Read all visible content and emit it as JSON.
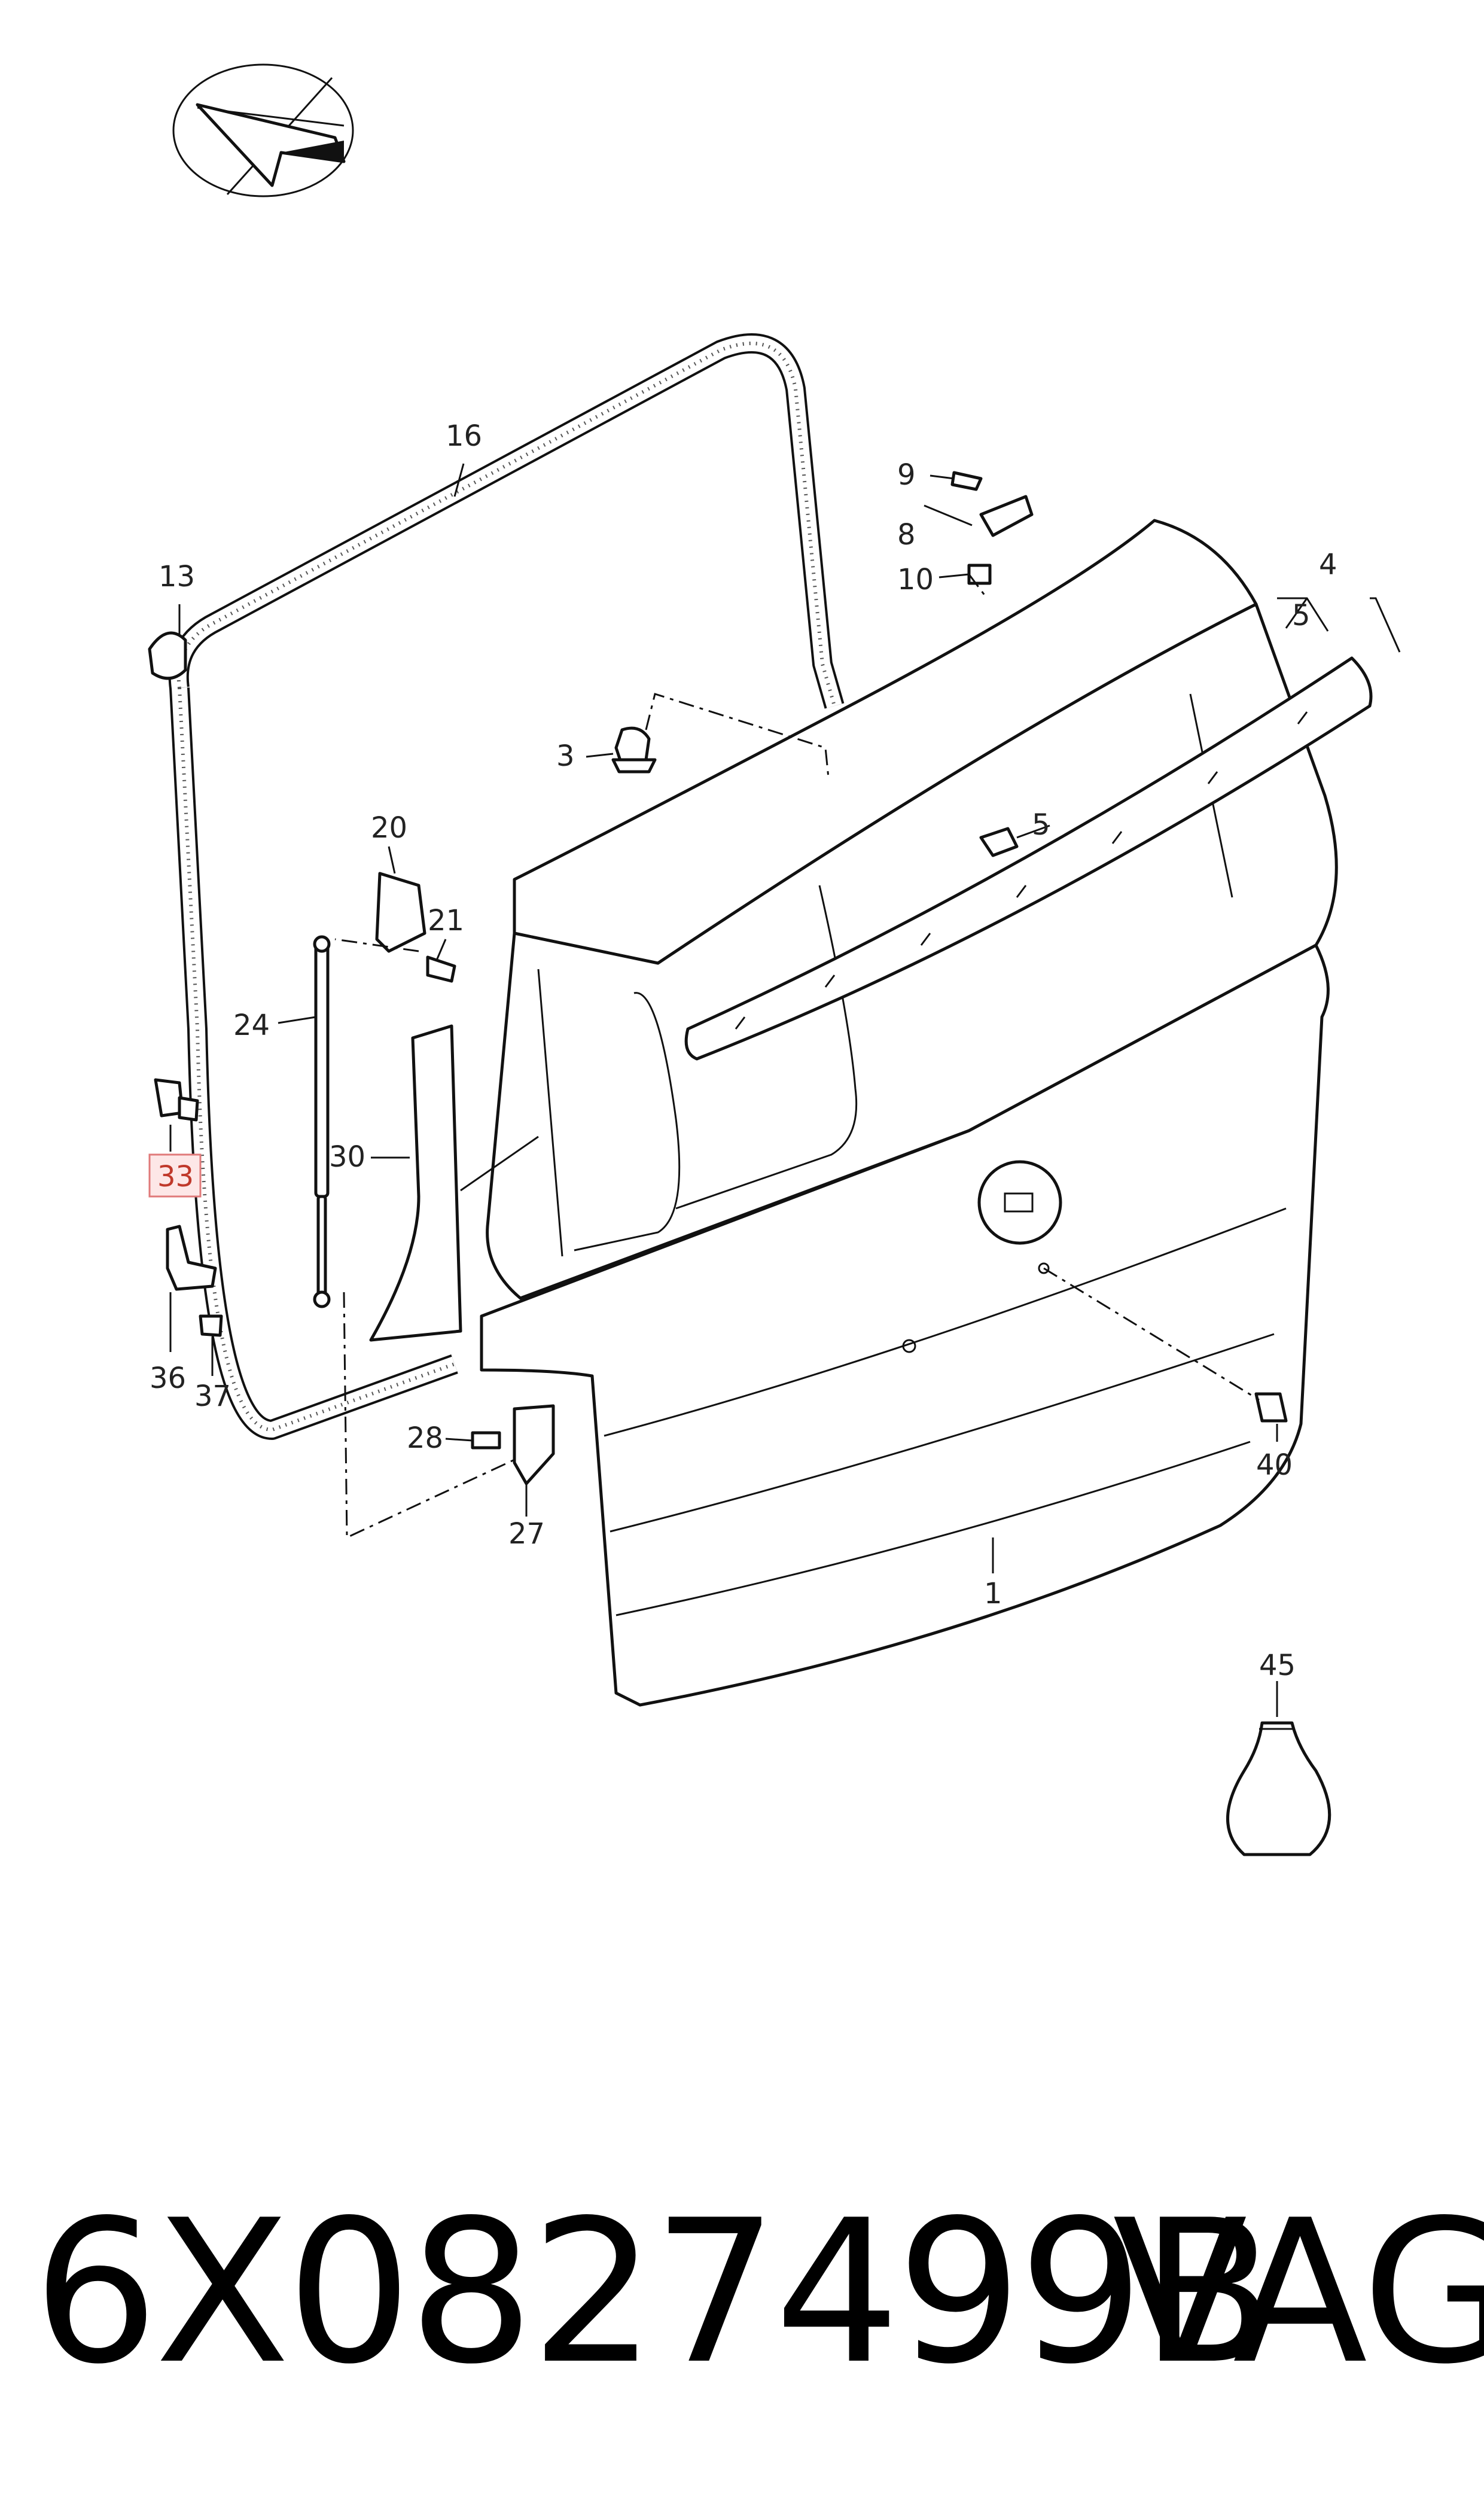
{
  "diagram": {
    "callouts": [
      {
        "id": "c1",
        "label": "1"
      },
      {
        "id": "c3",
        "label": "3"
      },
      {
        "id": "c4",
        "label": "4"
      },
      {
        "id": "c5a",
        "label": "5"
      },
      {
        "id": "c5b",
        "label": "5"
      },
      {
        "id": "c8",
        "label": "8"
      },
      {
        "id": "c9",
        "label": "9"
      },
      {
        "id": "c10",
        "label": "10"
      },
      {
        "id": "c13",
        "label": "13"
      },
      {
        "id": "c16",
        "label": "16"
      },
      {
        "id": "c20",
        "label": "20"
      },
      {
        "id": "c21",
        "label": "21"
      },
      {
        "id": "c24",
        "label": "24"
      },
      {
        "id": "c27",
        "label": "27"
      },
      {
        "id": "c28",
        "label": "28"
      },
      {
        "id": "c30",
        "label": "30"
      },
      {
        "id": "c33",
        "label": "33"
      },
      {
        "id": "c36",
        "label": "36"
      },
      {
        "id": "c37",
        "label": "37"
      },
      {
        "id": "c40",
        "label": "40"
      },
      {
        "id": "c45",
        "label": "45"
      }
    ],
    "highlighted_callout": "33",
    "highlight_color": "#e07a7a"
  },
  "footer": {
    "part_number": "6X0827499B",
    "brand": "VAG"
  }
}
